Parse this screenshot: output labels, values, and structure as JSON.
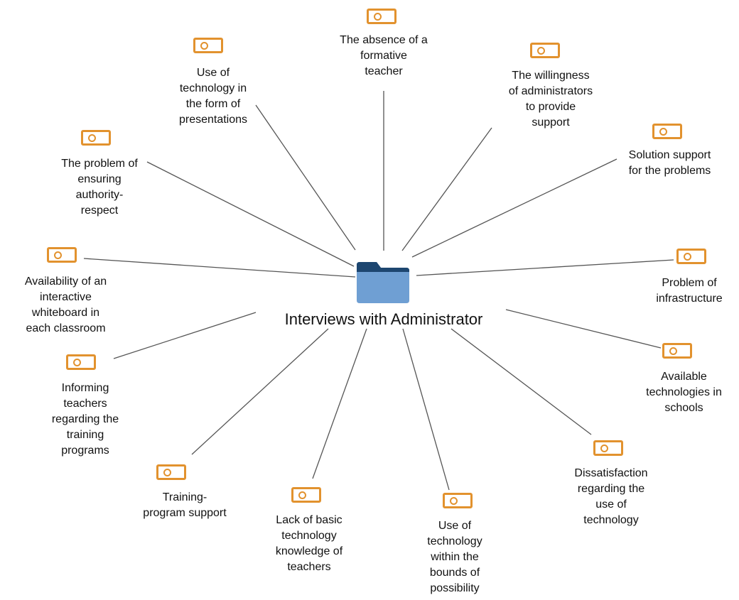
{
  "diagram": {
    "center": {
      "label": "Interviews with Administrator",
      "icon": "folder-icon",
      "color": "#5b8cc6"
    },
    "node_icon": "code-icon",
    "node_color": "#e2922e",
    "line_color": "#555555",
    "nodes": [
      {
        "id": "absence-formative-teacher",
        "label": "The absence of a\nformative\nteacher"
      },
      {
        "id": "willingness-administrators",
        "label": "The willingness\nof administrators\nto provide\nsupport"
      },
      {
        "id": "solution-support",
        "label": "Solution support\nfor the problems"
      },
      {
        "id": "problem-infrastructure",
        "label": "Problem of\ninfrastructure"
      },
      {
        "id": "available-technologies",
        "label": "Available\ntechnologies in\nschools"
      },
      {
        "id": "dissatisfaction",
        "label": "Dissatisfaction\nregarding the\nuse of\ntechnology"
      },
      {
        "id": "use-within-bounds",
        "label": "Use of\ntechnology\nwithin the\nbounds of\npossibility"
      },
      {
        "id": "lack-basic-knowledge",
        "label": "Lack of basic\ntechnology\nknowledge of\nteachers"
      },
      {
        "id": "training-program-support",
        "label": "Training-\nprogram support"
      },
      {
        "id": "informing-teachers",
        "label": "Informing\nteachers\nregarding the\ntraining\nprograms"
      },
      {
        "id": "interactive-whiteboard",
        "label": "Availability of an\ninteractive\nwhiteboard in\neach classroom"
      },
      {
        "id": "authority-respect",
        "label": "The problem of\nensuring\nauthority-\nrespect"
      },
      {
        "id": "presentations",
        "label": "Use of\ntechnology in\nthe form of\npresentations"
      }
    ]
  }
}
